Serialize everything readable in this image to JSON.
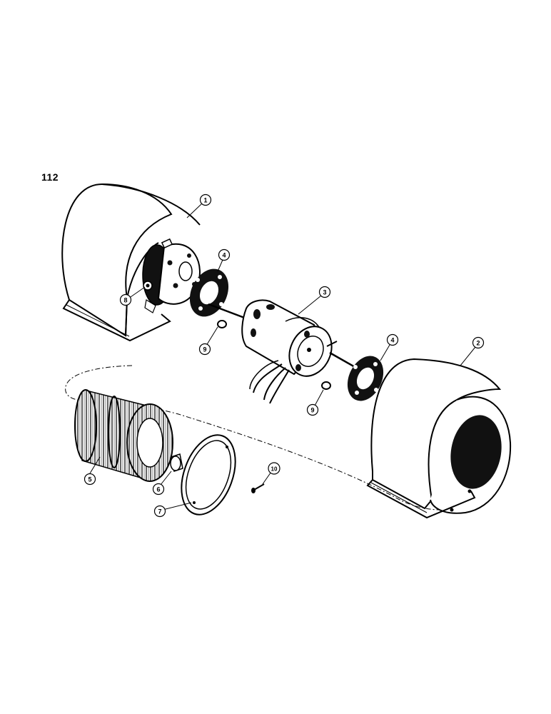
{
  "page": {
    "number": "112"
  },
  "callouts": {
    "c1": "1",
    "c2": "2",
    "c3": "3",
    "c4a": "4",
    "c4b": "4",
    "c5": "5",
    "c6": "6",
    "c7": "7",
    "c8": "8",
    "c9a": "9",
    "c9b": "9",
    "c10": "10"
  }
}
